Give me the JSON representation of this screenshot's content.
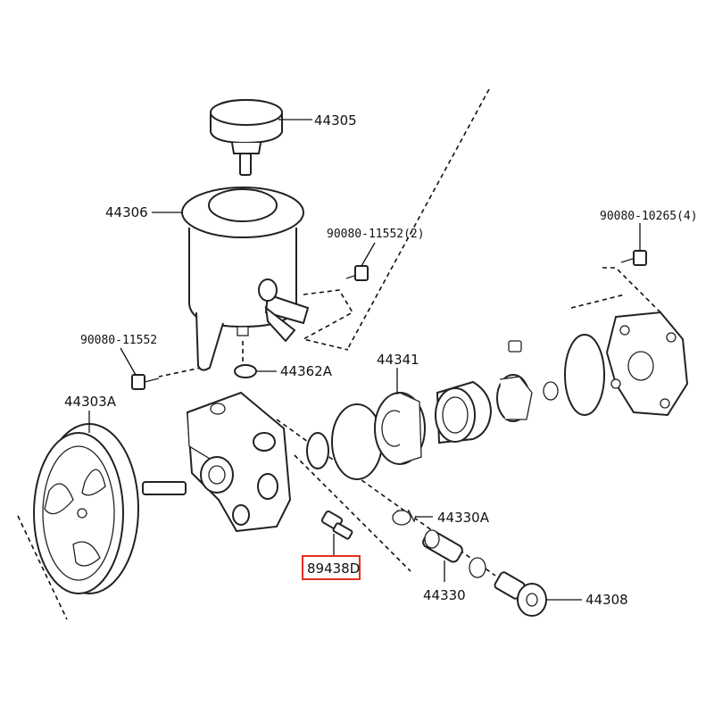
{
  "callouts": {
    "c44305": "44305",
    "c44306": "44306",
    "c90080_11552_2": "90080-11552(2)",
    "c90080_10265_4": "90080-10265(4)",
    "c90080_11552": "90080-11552",
    "c44341": "44341",
    "c44362A": "44362A",
    "c44303A": "44303A",
    "c44330A": "44330A",
    "c89438D": "89438D",
    "c44330": "44330",
    "c44308": "44308"
  },
  "highlight": {
    "part": "89438D",
    "color": "#e03020"
  }
}
